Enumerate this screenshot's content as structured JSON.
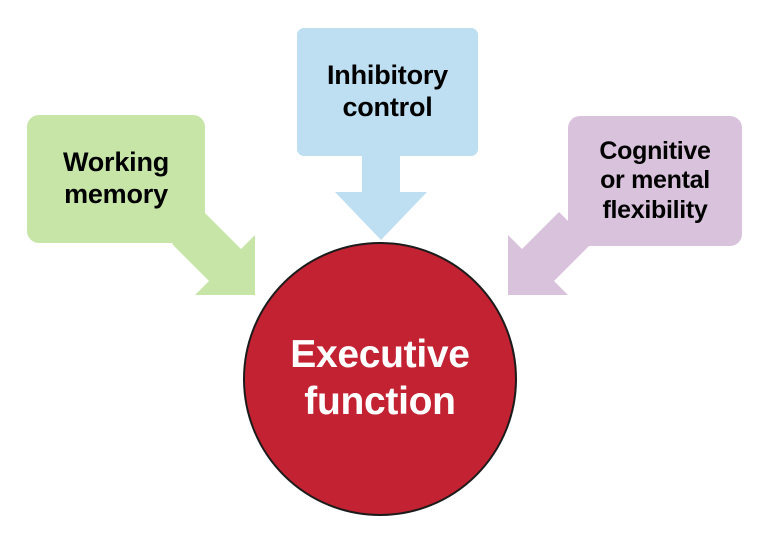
{
  "diagram": {
    "title": "Executive function",
    "center": {
      "id": "executive-function",
      "label": "Executive\nfunction",
      "shape": "circle",
      "fill_color": "#C32232",
      "stroke_color": "#1B1B1B",
      "text_color": "#FFFFFF"
    },
    "components": [
      {
        "id": "working-memory",
        "label": "Working\nmemory",
        "shape": "rounded-rectangle",
        "fill_color": "#C6E5A7",
        "text_color": "#000000",
        "arrow": {
          "name": "arrow-down-right-icon",
          "direction": "down-right",
          "color": "#C6E5A7",
          "points_to": "executive-function"
        }
      },
      {
        "id": "inhibitory-control",
        "label": "Inhibitory\ncontrol",
        "shape": "rounded-rectangle",
        "fill_color": "#BEDFF2",
        "text_color": "#000000",
        "arrow": {
          "name": "arrow-down-icon",
          "direction": "down",
          "color": "#BEDFF2",
          "points_to": "executive-function"
        }
      },
      {
        "id": "cognitive-flexibility",
        "label": "Cognitive\nor mental\nflexibility",
        "shape": "rounded-rectangle",
        "fill_color": "#D9C2DC",
        "text_color": "#000000",
        "arrow": {
          "name": "arrow-down-left-icon",
          "direction": "down-left",
          "color": "#D9C2DC",
          "points_to": "executive-function"
        }
      }
    ]
  }
}
